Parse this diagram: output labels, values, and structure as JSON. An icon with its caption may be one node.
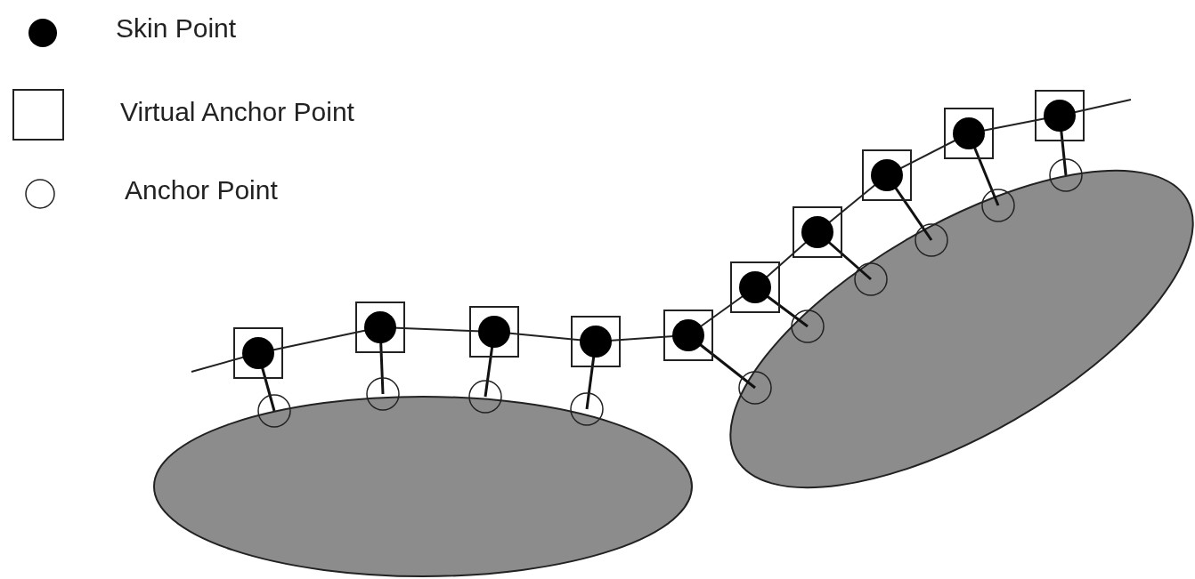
{
  "diagram": {
    "legend": [
      {
        "text": "Skin Point"
      },
      {
        "text": "Virtual Anchor Point"
      },
      {
        "text": "Anchor Point"
      }
    ]
  }
}
